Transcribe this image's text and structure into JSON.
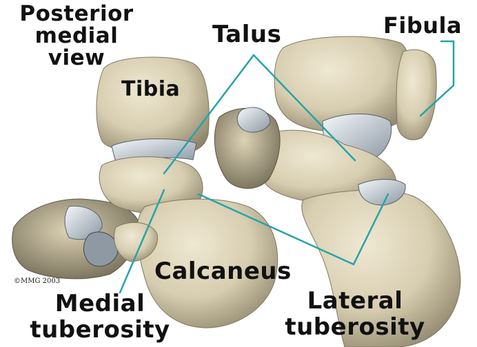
{
  "labels": {
    "view_line1": "Posterior",
    "view_line2": "medial",
    "view_line3": "view",
    "talus": "Talus",
    "fibula": "Fibula",
    "tibia": "Tibia",
    "calcaneus": "Calcaneus",
    "medial_line1": "Medial",
    "medial_line2": "tuberosity",
    "lateral_line1": "Lateral",
    "lateral_line2": "tuberosity"
  },
  "copyright": "©MMG 2003",
  "colors": {
    "background": "#ffffff",
    "bone": "#d9cfb2",
    "bone_shade": "#a59c80",
    "cartilage": "#dfe7ee",
    "leader_line": "#25a3a8",
    "text": "#111111"
  }
}
